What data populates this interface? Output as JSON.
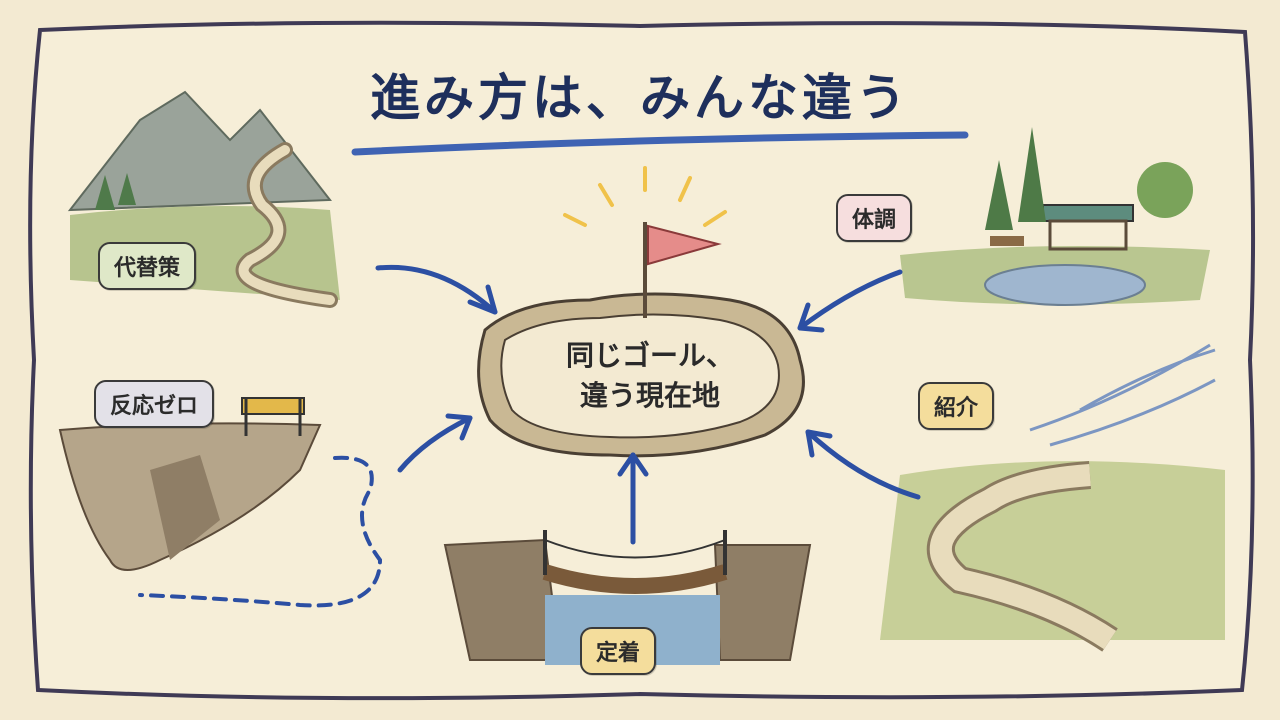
{
  "title": "進み方は、みんな違う",
  "center": {
    "line1": "同じゴール、",
    "line2": "違う現在地"
  },
  "labels": {
    "alternative": "代替策",
    "no_response": "反応ゼロ",
    "condition": "体調",
    "referral": "紹介",
    "settling": "定着"
  },
  "colors": {
    "title": "#1e2f5c",
    "arrow": "#2c4fa3",
    "label_alternative": "#dfe8c8",
    "label_no_response": "#e3e1e8",
    "label_condition": "#f6dede",
    "label_referral": "#f4dd9c",
    "label_settling": "#f4dd9c",
    "flag": "#e58c8a"
  }
}
